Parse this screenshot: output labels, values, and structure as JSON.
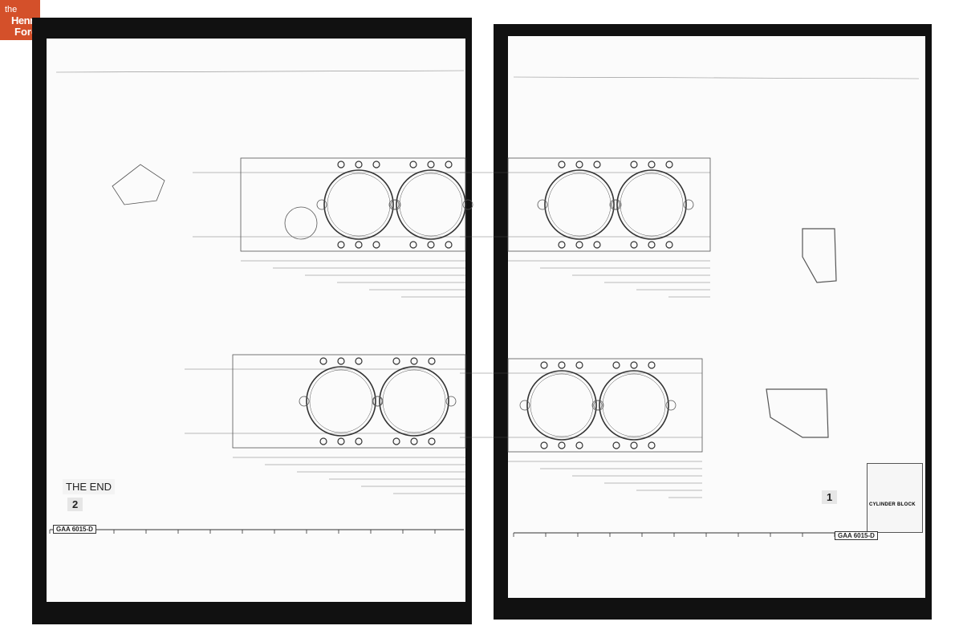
{
  "logo": {
    "line1": "the",
    "line2": "Henry",
    "line3": "Ford",
    "color": "#d4502a"
  },
  "sheets": [
    {
      "label": "THE END",
      "sheet_number": "2",
      "drawing_number": "GAA 6015-D"
    },
    {
      "sheet_number": "1",
      "drawing_number": "GAA 6015-D",
      "title": "CYLINDER BLOCK"
    }
  ]
}
